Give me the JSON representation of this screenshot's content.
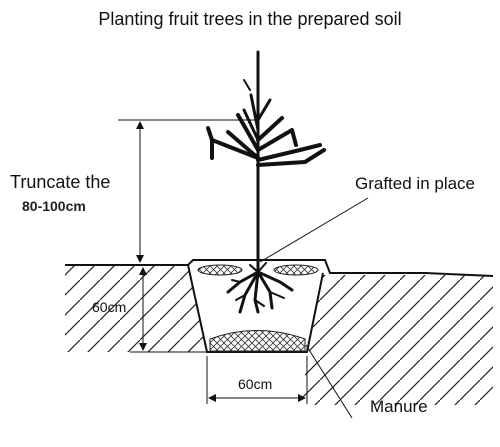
{
  "title": "Planting fruit trees in the prepared soil",
  "labels": {
    "truncate": "Truncate the",
    "truncate_range": "80-100cm",
    "grafted": "Grafted in place",
    "depth": "60cm",
    "width": "60cm",
    "manure": "Manure"
  }
}
